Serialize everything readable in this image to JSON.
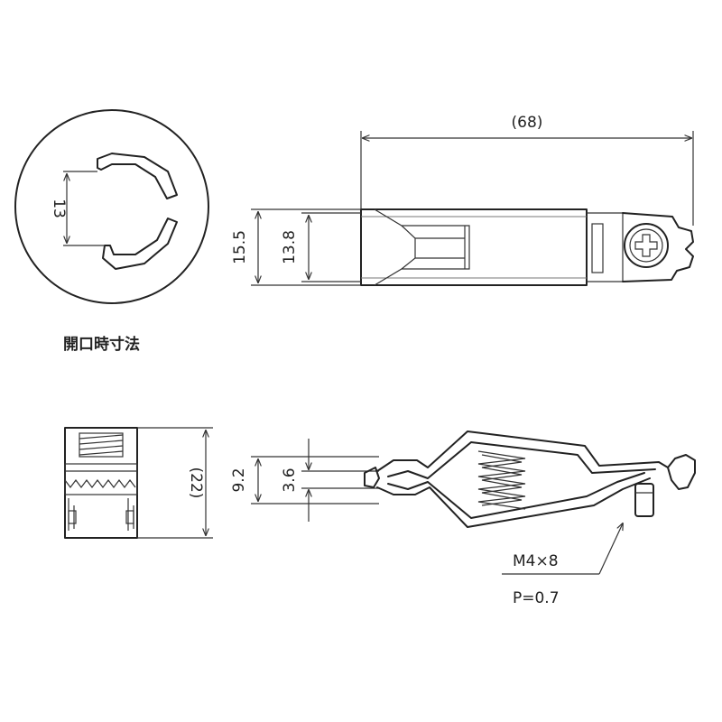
{
  "caption": "開口時寸法",
  "dimensions": {
    "opening": "13",
    "overall_length": "(68)",
    "height_outer": "15.5",
    "height_inner": "13.8",
    "width": "(22)",
    "jaw_outer": "9.2",
    "jaw_inner": "3.6"
  },
  "callout": {
    "screw": "M4×8",
    "pitch": "P=0.7"
  }
}
